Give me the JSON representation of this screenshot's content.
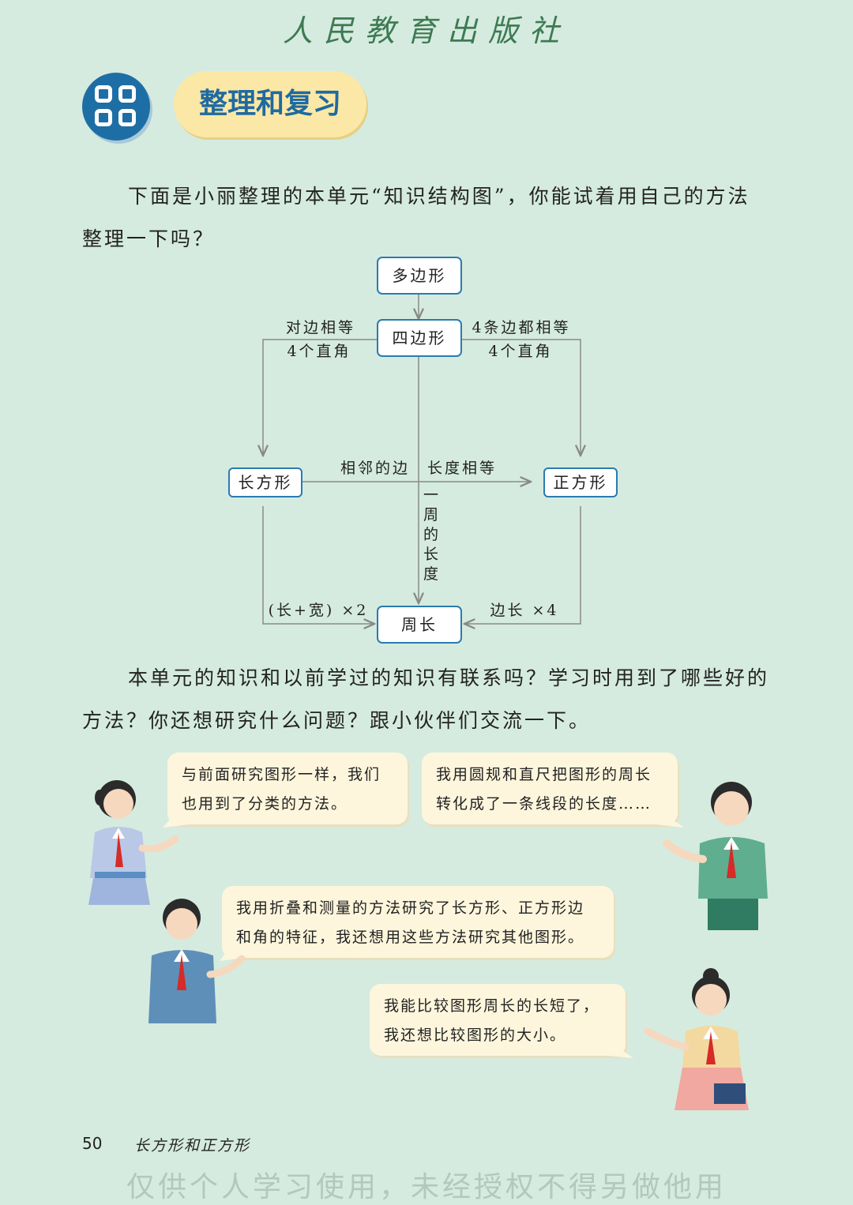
{
  "header": {
    "publisher": "人民教育出版社"
  },
  "section": {
    "title": "整理和复习",
    "icon": "four-squares-icon"
  },
  "intro": {
    "text": "下面是小丽整理的本单元“知识结构图”，你能试着用自己的方法整理一下吗？"
  },
  "diagram": {
    "nodes": {
      "polygon": "多边形",
      "quadrilateral": "四边形",
      "rectangle": "长方形",
      "square": "正方形",
      "perimeter": "周长"
    },
    "edges": {
      "rect_cond_1": "对边相等",
      "rect_cond_2": "4个直角",
      "square_cond_1": "4条边都相等",
      "square_cond_2": "4个直角",
      "rect_to_square_1": "相邻的边",
      "rect_to_square_2": "长度相等",
      "perimeter_def": [
        "一",
        "周",
        "的",
        "长",
        "度"
      ],
      "rect_formula": "(长+宽) ×2",
      "square_formula": "边长 ×4"
    }
  },
  "discussion": {
    "text": "本单元的知识和以前学过的知识有联系吗？学习时用到了哪些好的方法？你还想研究什么问题？跟小伙伴们交流一下。"
  },
  "bubbles": [
    {
      "line1": "与前面研究图形一样，我们",
      "line2": "也用到了分类的方法。"
    },
    {
      "line1": "我用圆规和直尺把图形的周长",
      "line2": "转化成了一条线段的长度……"
    },
    {
      "line1": "我用折叠和测量的方法研究了长方形、正方形边",
      "line2": "和角的特征，我还想用这些方法研究其他图形。"
    },
    {
      "line1": "我能比较图形周长的长短了，",
      "line2": "我还想比较图形的大小。"
    }
  ],
  "footer": {
    "page_number": "50",
    "section_name": "长方形和正方形"
  },
  "watermark": {
    "text": "仅供个人学习使用，未经授权不得另做他用"
  },
  "colors": {
    "background": "#d5ebdf",
    "node_border": "#2a7bb0",
    "title_blue": "#1f6aa0",
    "pill": "#fbe8a6",
    "bubble": "#fdf6dc"
  }
}
